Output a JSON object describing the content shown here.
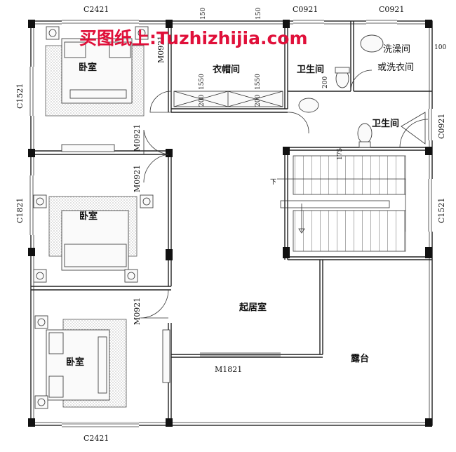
{
  "watermark": "买图纸上:Tuzhizhijia.com",
  "rooms": {
    "bedroom_top": "卧室",
    "bedroom_mid": "卧室",
    "bedroom_bottom": "卧室",
    "closet": "衣帽间",
    "bath_top": "卫生间",
    "bath_right": "卫生间",
    "laundry_line1": "洗澡间",
    "laundry_line2": "或洗衣间",
    "living": "起居室",
    "terrace": "露台"
  },
  "windows": {
    "top_left": "C2421",
    "top_mid": "C0921",
    "top_right": "C0921",
    "bottom": "C2421",
    "left_top": "C1521",
    "left_mid": "C1821",
    "right_top": "C0921",
    "right_mid": "C1521"
  },
  "doors": {
    "bedroom_top": "M0921",
    "bedroom_mid_upper": "M0921",
    "bedroom_mid_lower": "M0921",
    "bedroom_bottom": "M0921",
    "sliding": "M1821"
  },
  "dims": {
    "top_150_a": "150",
    "top_150_b": "150",
    "closet_1550_a": "1550",
    "closet_1550_b": "1550",
    "closet_200_a": "200",
    "closet_200_b": "200",
    "bath_200": "200",
    "laundry_100": "100",
    "stair_175": "175"
  },
  "stair_down": "下"
}
